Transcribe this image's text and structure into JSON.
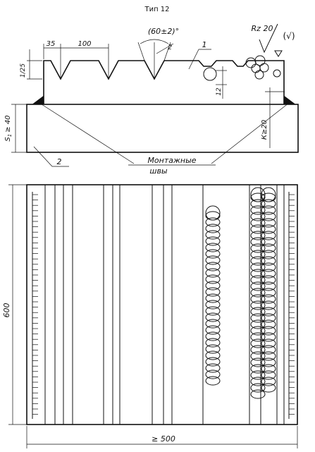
{
  "title": "Тип 12",
  "callouts": {
    "part1": "1",
    "part2": "2"
  },
  "dims": {
    "step1": "35",
    "step2": "100",
    "angle": "(60±2)°",
    "groove_depth": "2",
    "height_left": "1/25",
    "weld_size": "12",
    "s1": "S",
    "s1_sub": "1",
    "s1_val": "≥ 40",
    "k": "К≥20",
    "length": "600",
    "width": "≥ 500"
  },
  "roughness": {
    "label": "Rz 20",
    "paren": "(√)"
  },
  "notes": {
    "mounting_line1": "Монтажные",
    "mounting_line2": "швы"
  },
  "colors": {
    "ink": "#111111",
    "paper": "#ffffff"
  }
}
